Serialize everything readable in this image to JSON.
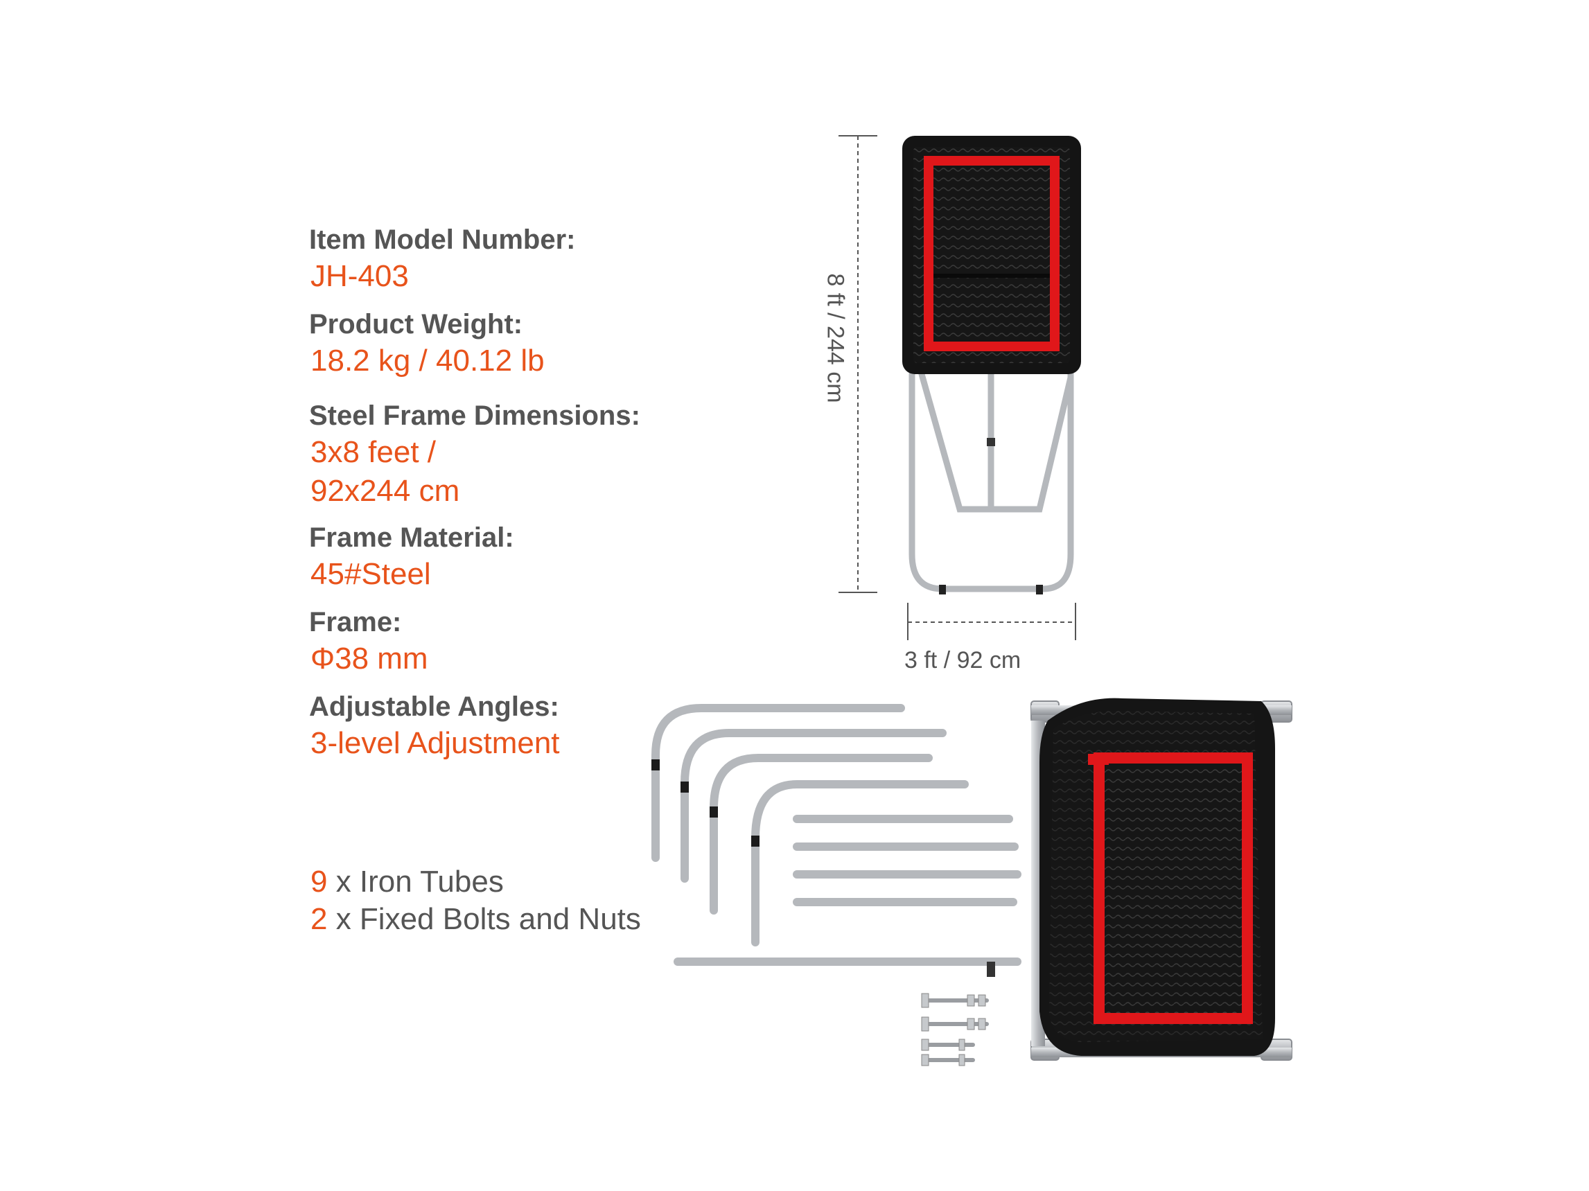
{
  "specs": [
    {
      "label": "Item Model Number:",
      "value": "JH-403"
    },
    {
      "label": "Product Weight:",
      "value": "18.2 kg / 40.12 lb"
    },
    {
      "label": "Steel Frame Dimensions:",
      "value": "3x8 feet /",
      "value2": "92x244 cm"
    },
    {
      "label": "Frame Material:",
      "value": "45#Steel"
    },
    {
      "label": "Frame:",
      "value": "Φ38 mm"
    },
    {
      "label": "Adjustable Angles:",
      "value": "3-level Adjustment"
    }
  ],
  "included": [
    {
      "count": "9",
      "text": " x Iron Tubes"
    },
    {
      "count": "2",
      "text": " x Fixed Bolts and Nuts"
    }
  ],
  "dimensions": {
    "height": "8 ft / 244 cm",
    "width": "3 ft / 92 cm"
  },
  "colors": {
    "accent": "#e8531b",
    "label": "#555555",
    "net_red": "#e0171a",
    "net_black": "#1a1a1a",
    "steel": "#b9bcc0"
  }
}
